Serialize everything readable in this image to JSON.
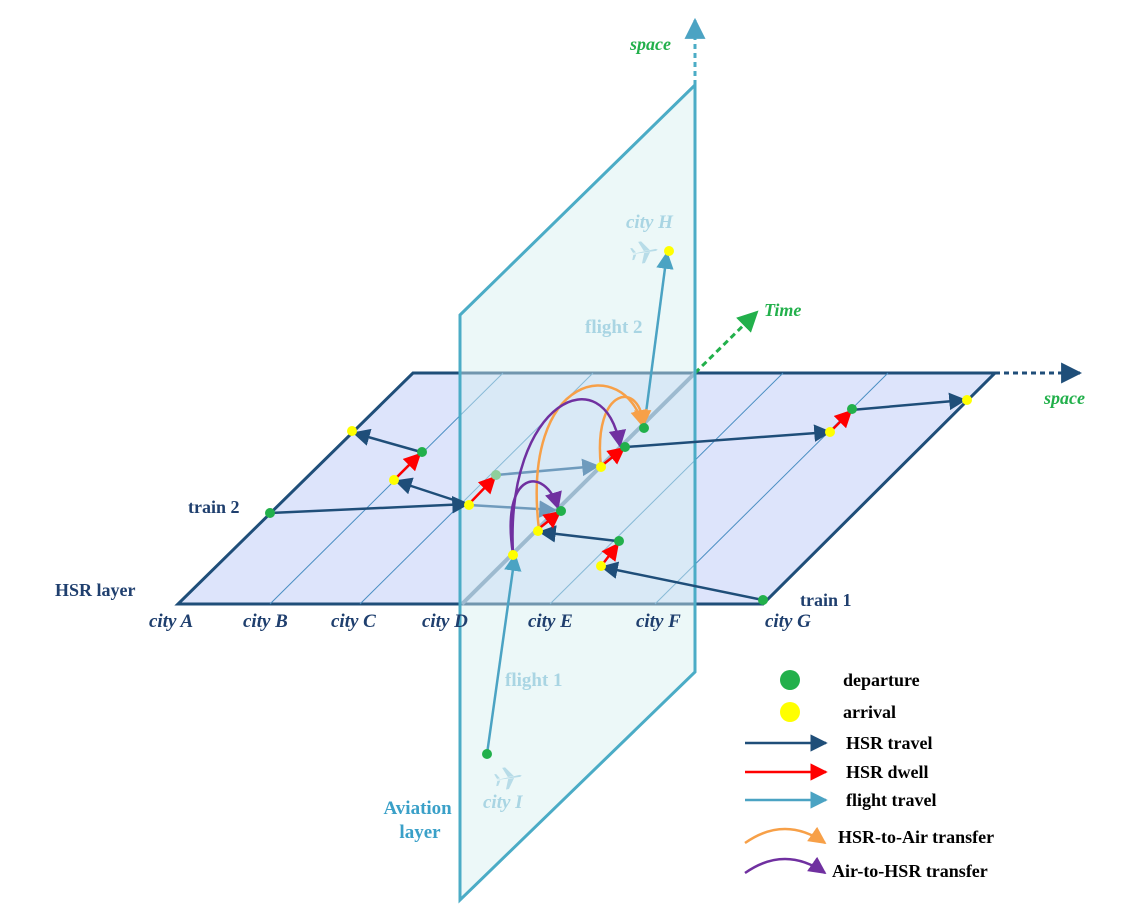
{
  "labels": {
    "space_vertical": "space",
    "space_horizontal": "space",
    "time": "Time",
    "hsr_layer": "HSR layer",
    "aviation_layer_line1": "Aviation",
    "aviation_layer_line2": "layer",
    "train1": "train 1",
    "train2": "train 2",
    "flight1": "flight 1",
    "flight2": "flight 2",
    "city_h": "city H",
    "city_i": "city I"
  },
  "cities": [
    "city A",
    "city B",
    "city C",
    "city D",
    "city E",
    "city F",
    "city G"
  ],
  "legend": {
    "departure": "departure",
    "arrival": "arrival",
    "hsr_travel": "HSR travel",
    "hsr_dwell": "HSR dwell",
    "flight_travel": "flight travel",
    "hsr_to_air": "HSR-to-Air transfer",
    "air_to_hsr": "Air-to-HSR transfer"
  },
  "colors": {
    "departure": "#22b04b",
    "arrival": "#ffff00",
    "hsr_travel": "#1f4e79",
    "hsr_dwell": "#ff0000",
    "flight_travel": "#4ba3c3",
    "hsr_to_air": "#f7a048",
    "air_to_hsr": "#7030a0",
    "axis_green": "#22b04b"
  },
  "icons": [
    "airplane-icon-city-h",
    "airplane-icon-city-i"
  ]
}
